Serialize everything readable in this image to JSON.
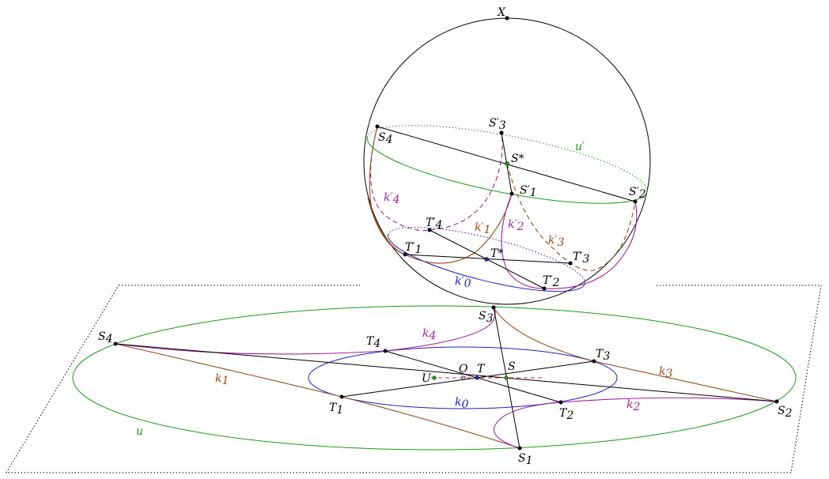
{
  "diagram": {
    "sphere": {
      "pole_label": "X",
      "circle_labels": {
        "u_prime": "u′",
        "k0_prime": "k′",
        "k0_prime_sub": "0",
        "k1_prime": "k′",
        "k1_prime_sub": "1",
        "k2_prime": "k′",
        "k2_prime_sub": "2",
        "k3_prime": "k′",
        "k3_prime_sub": "3",
        "k4_prime": "k′",
        "k4_prime_sub": "4"
      },
      "points": {
        "S4": {
          "label": "S",
          "sub": "4"
        },
        "S3p": {
          "label": "S′",
          "sub": "3"
        },
        "Sstar": {
          "label": "S*"
        },
        "S1p": {
          "label": "S′",
          "sub": "1"
        },
        "S2p": {
          "label": "S′",
          "sub": "2"
        },
        "T4p": {
          "label": "T′",
          "sub": "4"
        },
        "T1p": {
          "label": "T′",
          "sub": "1"
        },
        "Tstar": {
          "label": "T*"
        },
        "T3p": {
          "label": "T′",
          "sub": "3"
        },
        "T2p": {
          "label": "T′",
          "sub": "2"
        }
      }
    },
    "plane": {
      "circle_labels": {
        "u": "u",
        "k0": "k",
        "k0_sub": "0",
        "k1": "k",
        "k1_sub": "1",
        "k2": "k",
        "k2_sub": "2",
        "k3": "k",
        "k3_sub": "3",
        "k4": "k",
        "k4_sub": "4"
      },
      "points": {
        "S1": {
          "label": "S",
          "sub": "1"
        },
        "S2": {
          "label": "S",
          "sub": "2"
        },
        "S3": {
          "label": "S",
          "sub": "3"
        },
        "S4": {
          "label": "S",
          "sub": "4"
        },
        "T1": {
          "label": "T",
          "sub": "1"
        },
        "T2": {
          "label": "T",
          "sub": "2"
        },
        "T3": {
          "label": "T",
          "sub": "3"
        },
        "T4": {
          "label": "T",
          "sub": "4"
        },
        "O": {
          "label": "O"
        },
        "T": {
          "label": "T"
        },
        "S": {
          "label": "S"
        },
        "U": {
          "label": "U"
        }
      }
    },
    "colors": {
      "u": "#1a9a1a",
      "k0": "#2020c0",
      "k1_k3": "#9a4a1a",
      "k2_k4": "#a020a0",
      "axis": "#e02020"
    }
  }
}
